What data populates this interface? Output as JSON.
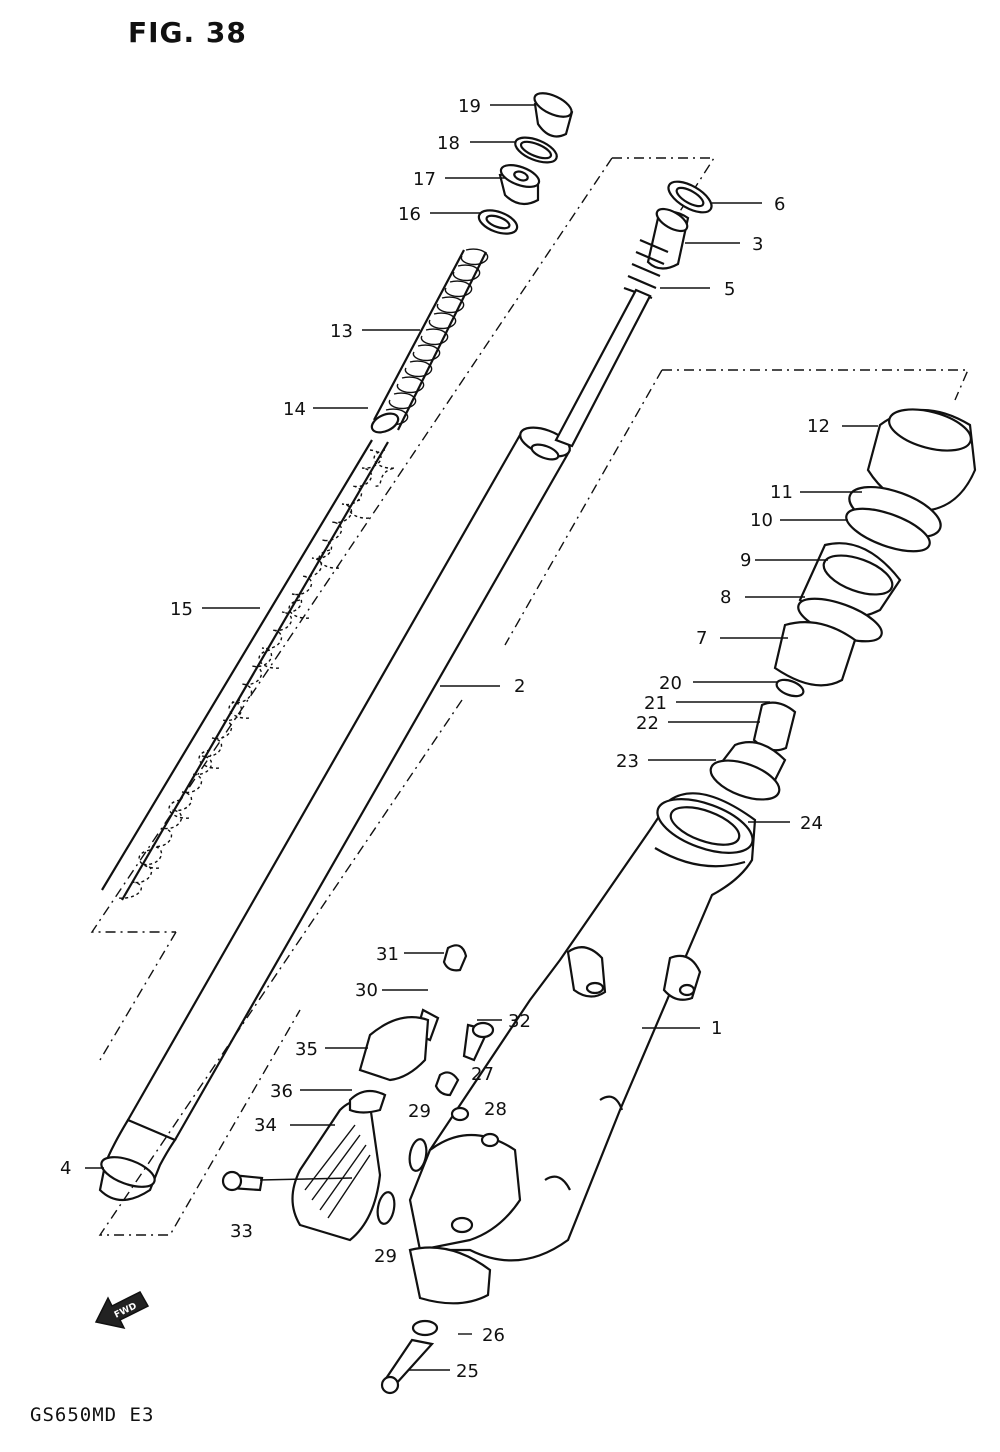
{
  "figure": {
    "title": "FIG. 38",
    "model": "GS650MD  E3",
    "fwd_label": "FWD"
  },
  "callouts": [
    {
      "id": "c1",
      "text": "1"
    },
    {
      "id": "c2",
      "text": "2"
    },
    {
      "id": "c3",
      "text": "3"
    },
    {
      "id": "c4",
      "text": "4"
    },
    {
      "id": "c5",
      "text": "5"
    },
    {
      "id": "c6",
      "text": "6"
    },
    {
      "id": "c7",
      "text": "7"
    },
    {
      "id": "c8",
      "text": "8"
    },
    {
      "id": "c9",
      "text": "9"
    },
    {
      "id": "c10",
      "text": "10"
    },
    {
      "id": "c11",
      "text": "11"
    },
    {
      "id": "c12",
      "text": "12"
    },
    {
      "id": "c13",
      "text": "13"
    },
    {
      "id": "c14",
      "text": "14"
    },
    {
      "id": "c15",
      "text": "15"
    },
    {
      "id": "c16",
      "text": "16"
    },
    {
      "id": "c17",
      "text": "17"
    },
    {
      "id": "c18",
      "text": "18"
    },
    {
      "id": "c19",
      "text": "19"
    },
    {
      "id": "c20",
      "text": "20"
    },
    {
      "id": "c21",
      "text": "21"
    },
    {
      "id": "c22",
      "text": "22"
    },
    {
      "id": "c23",
      "text": "23"
    },
    {
      "id": "c24",
      "text": "24"
    },
    {
      "id": "c25",
      "text": "25"
    },
    {
      "id": "c26",
      "text": "26"
    },
    {
      "id": "c27",
      "text": "27"
    },
    {
      "id": "c28",
      "text": "28"
    },
    {
      "id": "c29a",
      "text": "29"
    },
    {
      "id": "c29b",
      "text": "29"
    },
    {
      "id": "c30",
      "text": "30"
    },
    {
      "id": "c31",
      "text": "31"
    },
    {
      "id": "c32",
      "text": "32"
    },
    {
      "id": "c33",
      "text": "33"
    },
    {
      "id": "c34",
      "text": "34"
    },
    {
      "id": "c35",
      "text": "35"
    },
    {
      "id": "c36",
      "text": "36"
    }
  ]
}
